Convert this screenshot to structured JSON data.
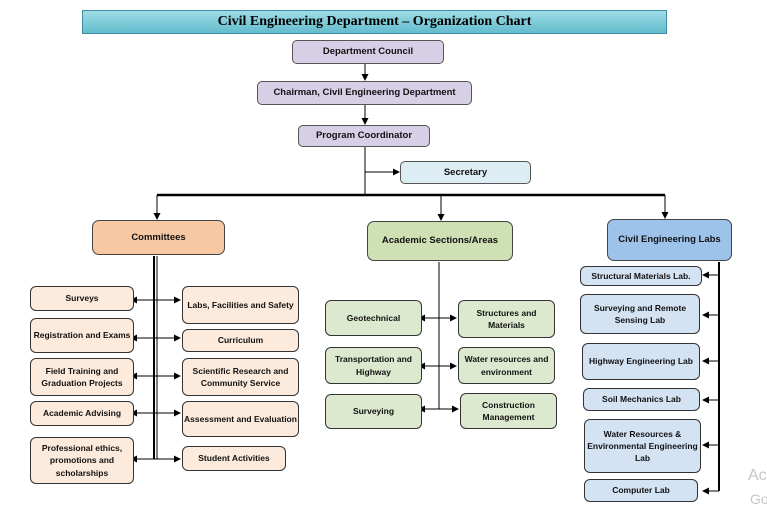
{
  "title": "Civil Engineering Department – Organization Chart",
  "top": {
    "council": "Department Council",
    "chairman": "Chairman, Civil Engineering Department",
    "coordinator": "Program Coordinator",
    "secretary": "Secretary"
  },
  "committees": {
    "heading": "Committees",
    "left": [
      "Surveys",
      "Registration and Exams",
      "Field Training and Graduation Projects",
      "Academic Advising",
      "Professional ethics, promotions and scholarships"
    ],
    "right": [
      "Labs, Facilities and Safety",
      "Curriculum",
      "Scientific Research and Community Service",
      "Assessment and Evaluation",
      "Student Activities"
    ]
  },
  "academic": {
    "heading": "Academic Sections/Areas",
    "left": [
      "Geotechnical",
      "Transportation and Highway",
      "Surveying"
    ],
    "right": [
      "Structures and Materials",
      "Water resources and environment",
      "Construction Management"
    ]
  },
  "labs": {
    "heading": "Civil Engineering Labs",
    "items": [
      "Structural Materials Lab.",
      "Surveying and Remote Sensing Lab",
      "Highway Engineering Lab",
      "Soil Mechanics Lab",
      "Water Resources & Environmental Engineering Lab",
      "Computer Lab"
    ]
  },
  "watermark": {
    "line1": "Ac",
    "line2": "Go"
  },
  "colors": {
    "title_bar": "#63bdcd",
    "top_boxes": "#d7cfe6",
    "secretary": "#dcedf3",
    "committees_head": "#f8c8a2",
    "committees_items": "#fcebdd",
    "academic_head": "#cfe0b5",
    "academic_items": "#dde9cf",
    "labs_head": "#9dc3ea",
    "labs_items": "#d4e3f4"
  }
}
